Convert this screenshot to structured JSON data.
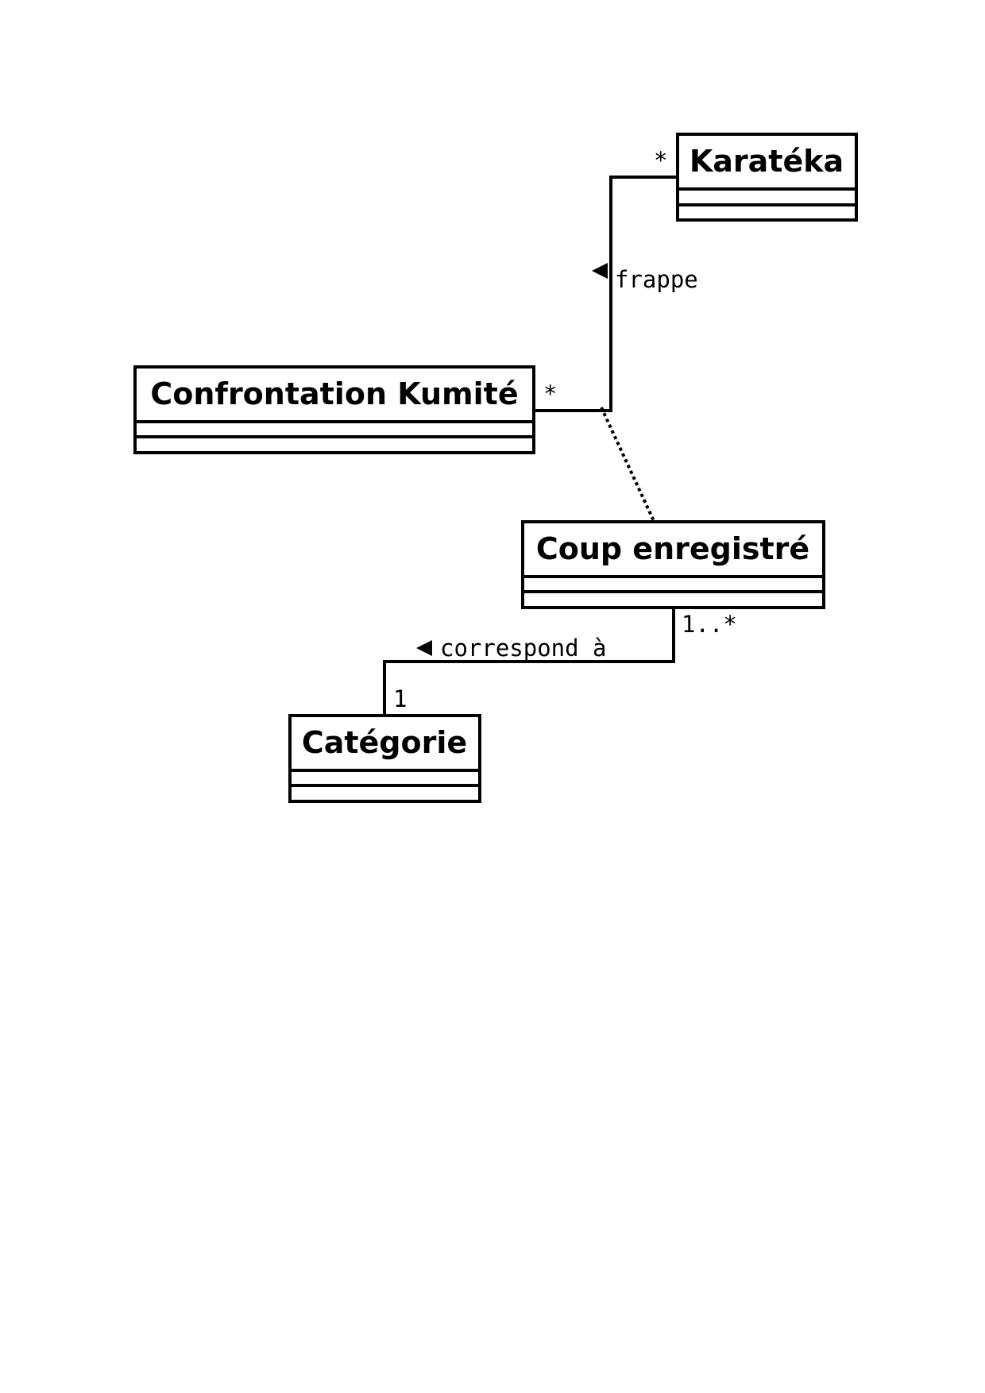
{
  "classes": {
    "karateka": {
      "name": "Karatéka"
    },
    "confrontation": {
      "name": "Confrontation Kumité"
    },
    "coup": {
      "name": "Coup enregistré"
    },
    "categorie": {
      "name": "Catégorie"
    }
  },
  "associations": {
    "frappe": {
      "label": "frappe",
      "mult_karateka": "*",
      "mult_confrontation": "*"
    },
    "correspond": {
      "label": "correspond à",
      "mult_coup": "1..*",
      "mult_categorie": "1"
    }
  },
  "colors": {
    "stroke": "#000000",
    "background": "#ffffff"
  }
}
